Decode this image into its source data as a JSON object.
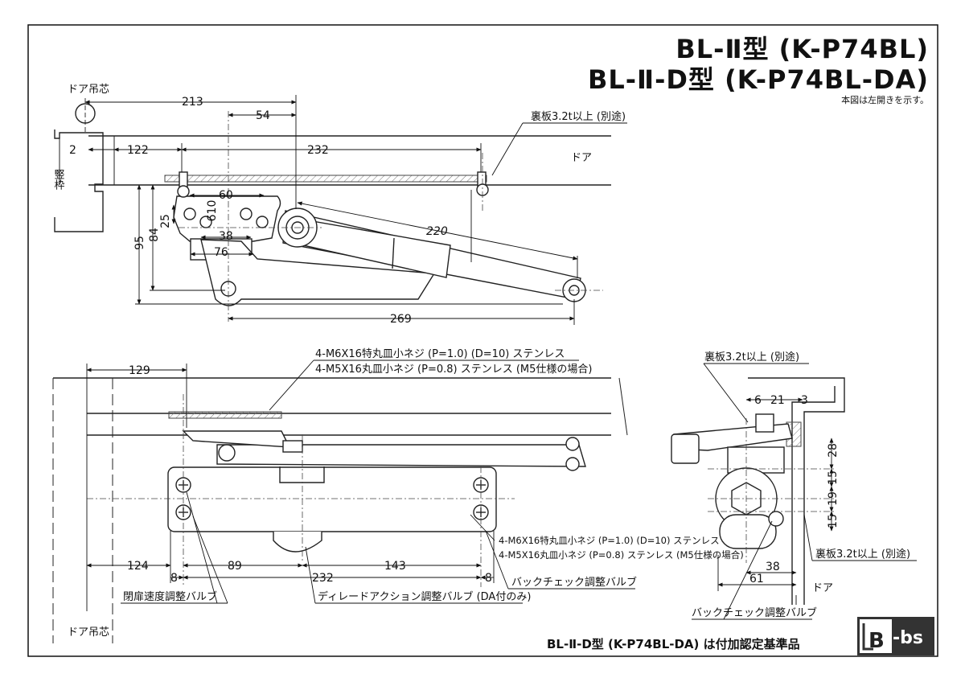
{
  "title": {
    "line1": "BL-Ⅱ型 (K-P74BL)",
    "line2": "BL-Ⅱ-D型 (K-P74BL-DA)",
    "note": "本図は左開きを示す。"
  },
  "top_view": {
    "pivot_label": "ドア吊芯",
    "frame_label": "竪枠",
    "door_label": "ドア",
    "backplate_note": "裏板3.2t以上 (別途)",
    "dims": {
      "d213": "213",
      "d54": "54",
      "d2": "2",
      "d122": "122",
      "d232": "232",
      "d60": "60",
      "d25": "25",
      "d610": "610",
      "d38": "38",
      "d76": "76",
      "d95": "95",
      "d84": "84",
      "d220": "220",
      "d269": "269"
    }
  },
  "front_view": {
    "screw_note_1": "4-M6X16特丸皿小ネジ (P=1.0) (D=10) ステンレス",
    "screw_note_2": "4-M5X16丸皿小ネジ (P=0.8) ステンレス (M5仕様の場合)",
    "screw_note_3": "4-M6X16特丸皿小ネジ (P=1.0) (D=10) ステンレス",
    "screw_note_4": "4-M5X16丸皿小ネジ (P=0.8) ステンレス (M5仕様の場合)",
    "backcheck_valve": "バックチェック調整バルブ",
    "closing_speed_valve": "閉扉速度調整バルブ",
    "delayed_action_valve": "ディレードアクション調整バルブ (DA付のみ)",
    "pivot_label": "ドア吊芯",
    "dims": {
      "d129": "129",
      "d124": "124",
      "d8a": "8",
      "d89": "89",
      "d143": "143",
      "d232": "232",
      "d8b": "8"
    }
  },
  "side_view": {
    "backplate_top": "裏板3.2t以上 (別途)",
    "backplate_bottom": "裏板3.2t以上 (別途)",
    "door_label": "ドア",
    "backcheck_valve": "バックチェック調整バルブ",
    "dims": {
      "d6": "6",
      "d21": "21",
      "d3": "3",
      "d28": "28",
      "d15a": "15",
      "d19": "19",
      "d15b": "15",
      "d38": "38",
      "d61": "61"
    }
  },
  "footer": {
    "standard_note": "BL-Ⅱ-D型 (K-P74BL-DA) は付加認定基準品",
    "logo_left": "B",
    "logo_right": "-bs"
  }
}
